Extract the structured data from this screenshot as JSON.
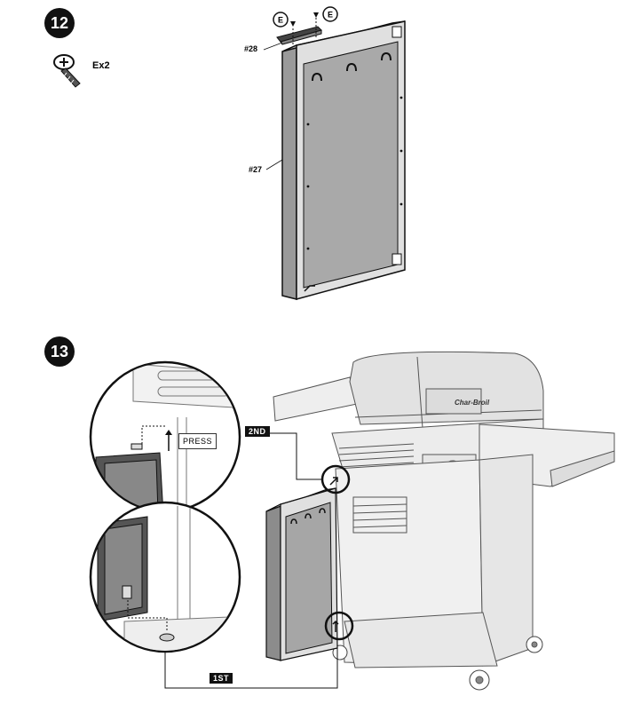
{
  "steps": [
    {
      "number": "12"
    },
    {
      "number": "13"
    }
  ],
  "hardware": {
    "quantity": "Ex2",
    "letter": "E"
  },
  "parts": {
    "bracket": "#28",
    "door": "#27"
  },
  "callouts": {
    "second": "2ND",
    "first": "1ST",
    "press": "PRESS"
  },
  "brand": "Char-Broil"
}
